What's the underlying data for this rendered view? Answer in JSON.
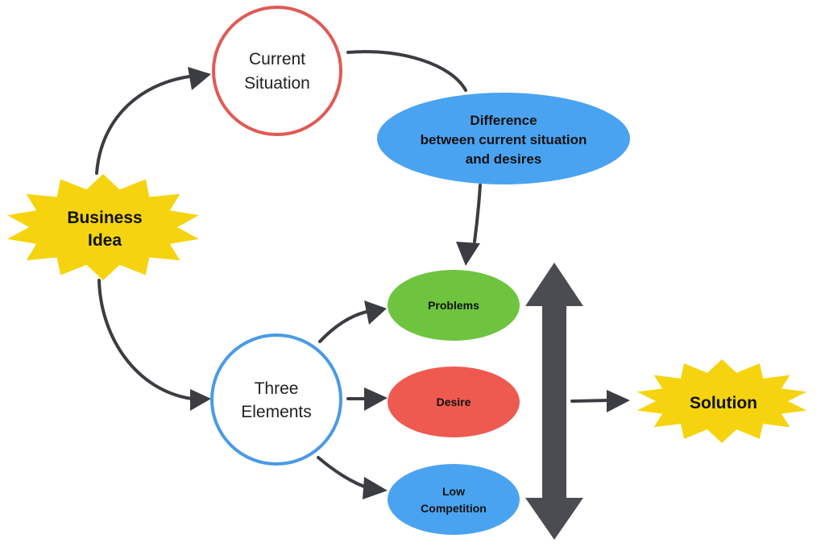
{
  "colors": {
    "star_yellow": "#f5d40f",
    "circle_red": "#e05a55",
    "circle_blue": "#4a9ae6",
    "ellipse_blue": "#4aa3f0",
    "ellipse_green": "#6ec43f",
    "ellipse_red": "#ee5a50",
    "arrow_gray": "#4a4c52",
    "text_dark": "#111111"
  },
  "nodes": {
    "business_idea": {
      "line1": "Business",
      "line2": "Idea"
    },
    "current_situation": {
      "line1": "Current",
      "line2": "Situation"
    },
    "difference": {
      "line1": "Difference",
      "line2": "between current situation",
      "line3": "and desires"
    },
    "three_elements": {
      "line1": "Three",
      "line2": "Elements"
    },
    "problems": {
      "label": "Problems"
    },
    "desire": {
      "label": "Desire"
    },
    "low_competition": {
      "line1": "Low",
      "line2": "Competition"
    },
    "solution": {
      "label": "Solution"
    }
  },
  "edges": [
    {
      "from": "Business Idea",
      "to": "Current Situation"
    },
    {
      "from": "Business Idea",
      "to": "Three Elements"
    },
    {
      "from": "Current Situation",
      "to": "Difference between current situation and desires"
    },
    {
      "from": "Difference between current situation and desires",
      "to": "Problems"
    },
    {
      "from": "Three Elements",
      "to": "Problems"
    },
    {
      "from": "Three Elements",
      "to": "Desire"
    },
    {
      "from": "Three Elements",
      "to": "Low Competition"
    },
    {
      "from": "Balance arrow",
      "to": "Solution"
    }
  ]
}
